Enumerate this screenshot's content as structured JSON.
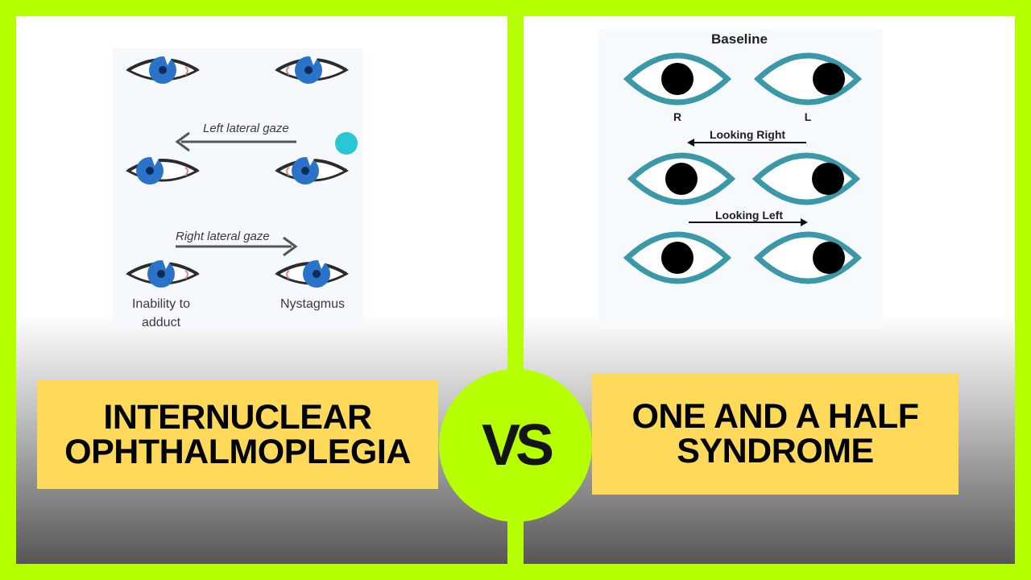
{
  "left": {
    "title_line1": "INTERNUCLEAR",
    "title_line2": "OPHTHALMOPLEGIA",
    "labels": {
      "left_gaze": "Left lateral gaze",
      "right_gaze": "Right lateral gaze",
      "inability_line1": "Inability to",
      "inability_line2": "adduct",
      "nystagmus": "Nystagmus"
    }
  },
  "right": {
    "title_line1": "ONE AND A HALF",
    "title_line2": "SYNDROME",
    "labels": {
      "baseline": "Baseline",
      "r": "R",
      "l": "L",
      "looking_right": "Looking Right",
      "looking_left": "Looking Left"
    }
  },
  "vs": "VS",
  "colors": {
    "background": "#b6ff00",
    "title_box": "#fed95a",
    "iris_blue": "#2a73c9",
    "eye_outline_teal": "#3a98a8",
    "cyan_dot": "#27c8d4"
  }
}
